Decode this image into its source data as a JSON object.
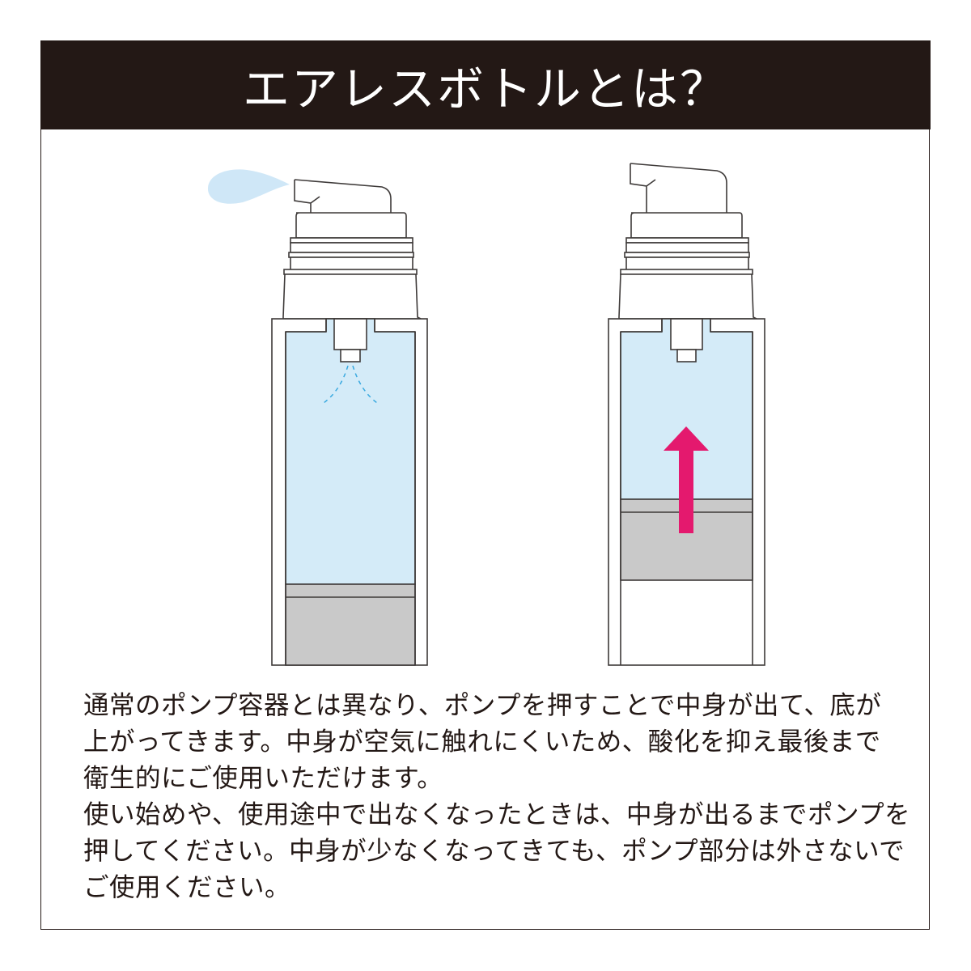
{
  "header": {
    "title": "エアレスボトルとは？",
    "background_color": "#231815",
    "text_color": "#ffffff"
  },
  "diagram": {
    "colors": {
      "outline": "#3e3a39",
      "liquid": "#d4ebf8",
      "droplet": "#cfe7f7",
      "spray": "#39a9e0",
      "piston": "#c9c9c9",
      "arrow": "#e4196e"
    },
    "bottles": [
      {
        "name": "pumping-bottle",
        "state": "pump pressed, content dispensed, piston at bottom"
      },
      {
        "name": "rising-piston-bottle",
        "state": "piston raised as content is used"
      }
    ]
  },
  "description": {
    "lines": [
      "通常のポンプ容器とは異なり、ポンプを押すことで中身が出て、底が",
      "上がってきます。中身が空気に触れにくいため、酸化を抑え最後まで",
      "衛生的にご使用いただけます。",
      "使い始めや、使用途中で出なくなったときは、中身が出るまでポンプを",
      "押してください。中身が少なくなってきても、ポンプ部分は外さないで",
      "ご使用ください。"
    ]
  }
}
